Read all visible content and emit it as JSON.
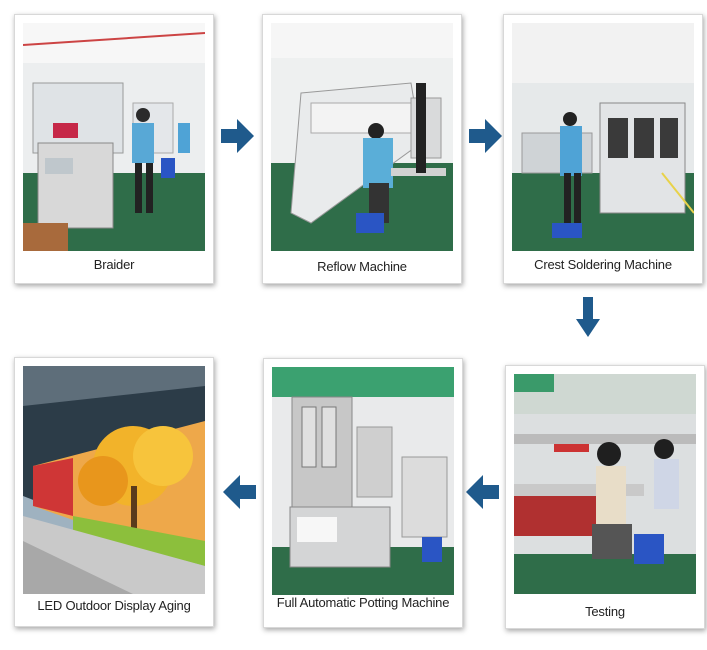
{
  "steps": [
    {
      "id": "braider",
      "label": "Braider"
    },
    {
      "id": "reflow",
      "label": "Reflow Machine"
    },
    {
      "id": "crest",
      "label": "Crest Soldering Machine"
    },
    {
      "id": "testing",
      "label": "Testing"
    },
    {
      "id": "potting",
      "label": "Full Automatic Potting Machine"
    },
    {
      "id": "aging",
      "label": "LED Outdoor Display Aging"
    }
  ],
  "colors": {
    "arrow": "#1f5a8c",
    "floor": "#2f6d49"
  }
}
